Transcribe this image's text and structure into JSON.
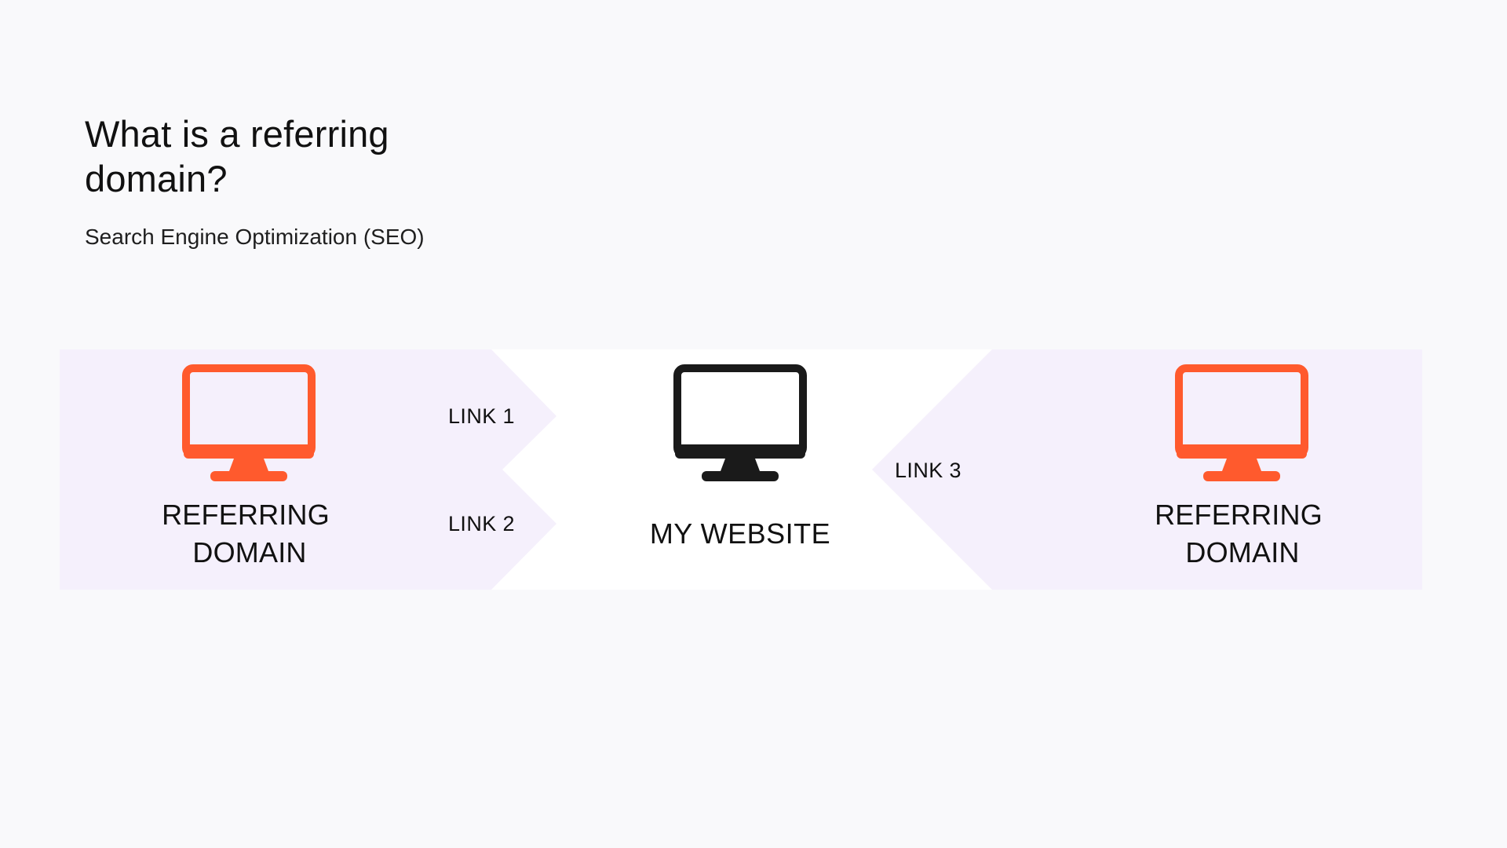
{
  "heading": {
    "title": "What is a referring domain?",
    "subtitle": "Search Engine Optimization (SEO)"
  },
  "diagram": {
    "left_node": {
      "label_line1": "REFERRING",
      "label_line2": "DOMAIN",
      "icon": "monitor-icon"
    },
    "center_node": {
      "label": "MY WEBSITE",
      "icon": "monitor-icon"
    },
    "right_node": {
      "label_line1": "REFERRING",
      "label_line2": "DOMAIN",
      "icon": "monitor-icon"
    },
    "links": {
      "link1": "LINK 1",
      "link2": "LINK 2",
      "link3": "LINK 3"
    }
  },
  "colors": {
    "background": "#f9f9fb",
    "panel_lavender": "#f5f0fc",
    "center_panel": "#ffffff",
    "accent_orange": "#ff5a2d",
    "monitor_dark": "#1a1a1a"
  }
}
